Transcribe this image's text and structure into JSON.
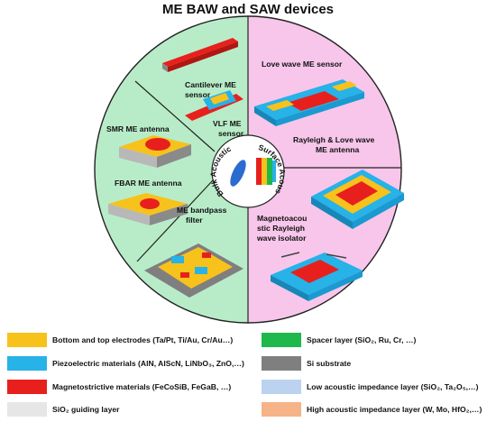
{
  "title": "ME BAW and SAW devices",
  "colors": {
    "baw_bg": "#b8ecc8",
    "saw_bg": "#f7c6ea",
    "electrode": "#f7c21c",
    "piezo": "#27b2e8",
    "magneto": "#e8201d",
    "sio2_guide": "#e6e6e6",
    "spacer": "#1fb84c",
    "si_substrate": "#7f7f7f",
    "low_z": "#bcd3ef",
    "high_z": "#f6b387"
  },
  "center": {
    "baw": "Bulk Acoustic Wave",
    "saw": "Surface Acoustic Wave"
  },
  "devices": {
    "cantilever": "Cantilever ME sensor",
    "vlf": "VLF ME sensor",
    "smr": "SMR ME antenna",
    "fbar": "FBAR ME antenna",
    "bandpass": "ME bandpass filter",
    "love": "Love wave ME sensor",
    "rayleigh_love": "Rayleigh & Love wave ME antenna",
    "isolator": "Magnetoacoustic Rayleigh wave isolator"
  },
  "legend": [
    {
      "id": "electrode",
      "text": "Bottom and top electrodes (Ta/Pt, Ti/Au, Cr/Au…)"
    },
    {
      "id": "piezo",
      "text": "Piezoelectric materials (AlN, AlScN, LiNbO₃, ZnO,…)"
    },
    {
      "id": "magneto",
      "text": "Magnetostrictive materials (FeCoSiB, FeGaB, …)"
    },
    {
      "id": "sio2_guide",
      "text": "SiO₂ guiding layer"
    },
    {
      "id": "spacer",
      "text": "Spacer layer (SiO₂, Ru, Cr, …)"
    },
    {
      "id": "si_substrate",
      "text": "Si substrate"
    },
    {
      "id": "low_z",
      "text": "Low acoustic impedance layer (SiO₂, Ta₂O₅,…)"
    },
    {
      "id": "high_z",
      "text": "High acoustic impedance layer (W, Mo, HfO₂,…)"
    }
  ]
}
